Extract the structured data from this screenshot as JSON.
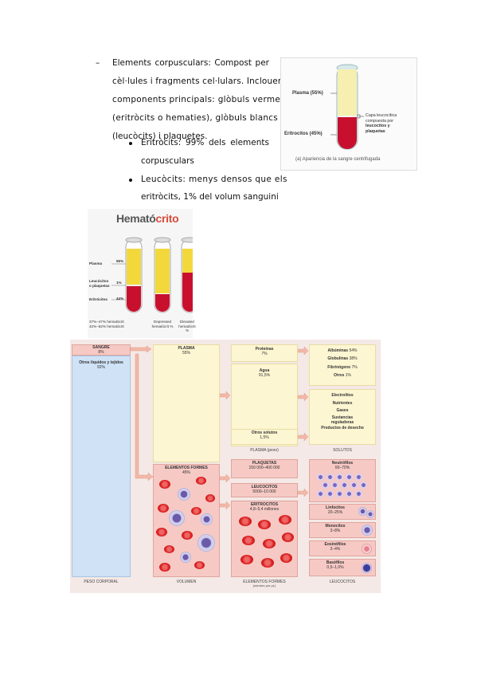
{
  "text": {
    "dash": "–",
    "l1a": "Elements",
    "l1b": "corpusculars:",
    "l1c": "Compost",
    "l1d": "per",
    "l2": "cèl·lules i fragments cel·lulars. Inclouen tres",
    "l3": "components principals: glòbuls vermells",
    "l4": "(eritròcits o hematies), glòbuls blancs",
    "l5": "(leucòcits) i plaquetes.",
    "b1a": "Eritròcits:",
    "b1b": "99%",
    "b1c": "dels",
    "b1d": "elements",
    "b1e": "corpusculars",
    "b2": "Leucòcits: menys densos que els",
    "b2b": "eritròcits, 1% del volum sanguini"
  },
  "centrifuge": {
    "plasma": "Plasma (55%)",
    "eritro": "Eritrocitos (45%)",
    "capa1": "Capa leucocítica",
    "capa2": "compuesta por",
    "capa3": "leucocitos y",
    "capa4": "plaquetas",
    "caption": "(a) Apariencia de la sangre centrifugada"
  },
  "hematocrit": {
    "title_a": "Hemató",
    "title_b": "crito",
    "plasma": "Plasma",
    "leuco": "Leucócitos o plaquetas",
    "eritro": "Eritrócitos",
    "p55": "55%",
    "p1": "1%",
    "p44": "44%",
    "legend1": "37%–47% hematòcrit",
    "legend2": "42%–52% hematòcrit",
    "t2": "Depressed hematòcrit %",
    "t3": "Elevated hematòcrit %"
  },
  "diagram": {
    "sangre": "SANGRE",
    "sangre_p": "8%",
    "otros": "Otros líquidos y tejidos",
    "otros_p": "92%",
    "plasma": "PLASMA",
    "plasma_p": "55%",
    "proteinas": "Proteínas",
    "proteinas_p": "7%",
    "agua": "Agua",
    "agua_p": "91,5%",
    "otros_solutos": "Otros solutos",
    "otros_solutos_p": "1,5%",
    "albuminas": "Albúminas",
    "albuminas_p": "54%",
    "globulinas": "Globulinas",
    "globulinas_p": "38%",
    "fibrinogeno": "Fibrinógeno",
    "fibrinogeno_p": "7%",
    "otros2": "Otros",
    "otros2_p": "1%",
    "electrolitos": "Electrolitos",
    "nutrientes": "Nutrientes",
    "gases": "Gases",
    "sustancias": "Sustancias reguladoras",
    "productos": "Productos de desecho",
    "elementos": "ELEMENTOS FORMES",
    "elementos_p": "45%",
    "plaquetas": "PLAQUETAS",
    "plaquetas_v": "150 000–400 000",
    "leucocitos": "LEUCOCITOS",
    "leucocitos_v": "5000–10 000",
    "eritrocitos": "ERITROCITOS",
    "eritrocitos_v": "4,8–5,4 millones",
    "neutrofilos": "Neutrófilos",
    "neutrofilos_p": "60–70%",
    "linfocitos": "Linfocitos",
    "linfocitos_p": "20–25%",
    "monocitos": "Monocitos",
    "monocitos_p": "3–8%",
    "eosinofilos": "Eosinófilos",
    "eosinofilos_p": "2–4%",
    "basofilos": "Basófilos",
    "basofilos_p": "0,5–1,0%",
    "f_peso": "PESO CORPORAL",
    "f_vol": "VOLUMEN",
    "f_plasma": "PLASMA (peso)",
    "f_solutos": "SOLUTOS",
    "f_elem": "ELEMENTOS FORMES",
    "f_elem2": "(número por µL)",
    "f_leuco": "LEUCOCITOS"
  }
}
